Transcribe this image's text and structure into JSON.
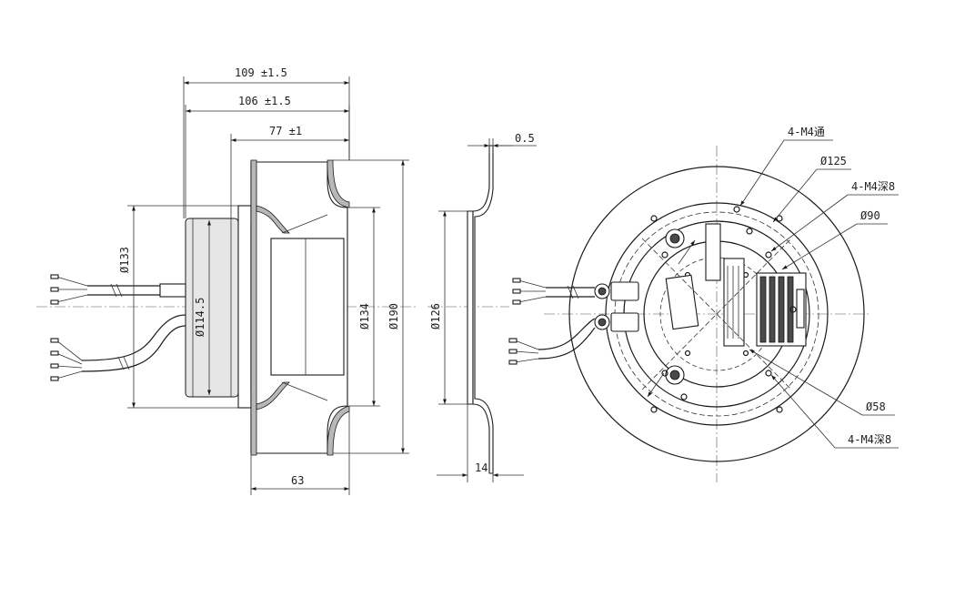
{
  "side_view": {
    "dims": {
      "overall_length": "109 ±1.5",
      "body_length": "106 ±1.5",
      "impeller_length": "77 ±1",
      "motor_dia": "Ø133",
      "hub_dia": "Ø114.5",
      "inlet_dia": "Ø134",
      "impeller_dia": "Ø190",
      "bottom_length": "63"
    }
  },
  "ring_view": {
    "dims": {
      "thickness": "0.5",
      "ring_dia": "Ø126",
      "depth": "14"
    }
  },
  "front_view": {
    "callouts": {
      "thru_holes": "4-M4通",
      "pcd_125": "Ø125",
      "tapped_holes_upper": "4-M4深8",
      "pcd_90": "Ø90",
      "pcd_58": "Ø58",
      "tapped_holes_lower": "4-M4深8"
    }
  },
  "colors": {
    "line": "#1a1a1a",
    "hatch": "#b8b8b8",
    "body_fill": "#e6e6e6"
  }
}
